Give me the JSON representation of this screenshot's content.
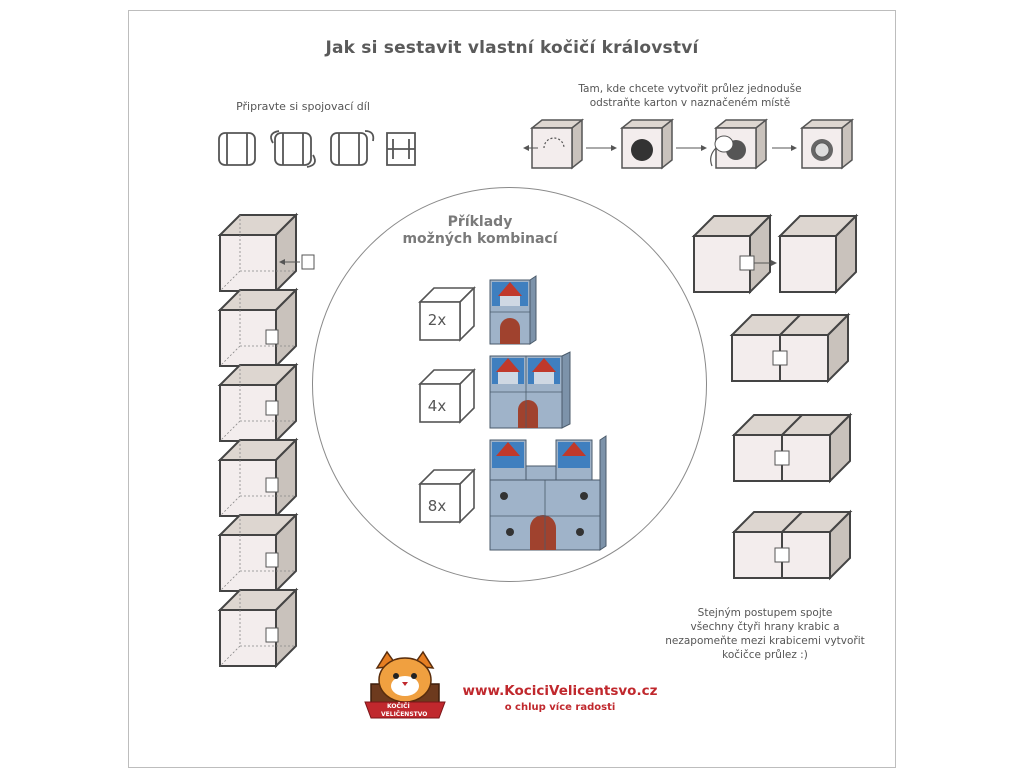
{
  "title": "Jak si sestavit vlastní kočičí království",
  "prep_instruction": "Připravte si spojovací díl",
  "passage_instruction": {
    "line1": "Tam, kde chcete vytvořit průlez jednoduše",
    "line2": "odstraňte karton v naznačeném místě"
  },
  "examples": {
    "line1": "Příklady",
    "line2": "možných kombinací",
    "counts": [
      "2x",
      "4x",
      "8x"
    ]
  },
  "bottom_instruction": {
    "line1": "Stejným postupem spojte",
    "line2": "všechny čtyři hrany krabic a",
    "line3": "nezapomeňte mezi krabicemi vytvořit",
    "line4": "kočičce průlez :)"
  },
  "brand": {
    "url": "www.KociciVelicentsvo.cz",
    "slogan": "o chlup více radosti",
    "logo_text_1": "KOČIČÍ",
    "logo_text_2": "VELIČENSTVO",
    "accent": "#c0282d"
  },
  "colors": {
    "box_face": "#f3eded",
    "box_top": "#ddd6d0",
    "box_side": "#c9c2bc",
    "castle_stone": "#9fb3c9",
    "castle_roof": "#c0392b",
    "castle_sky": "#3f7fbf"
  }
}
